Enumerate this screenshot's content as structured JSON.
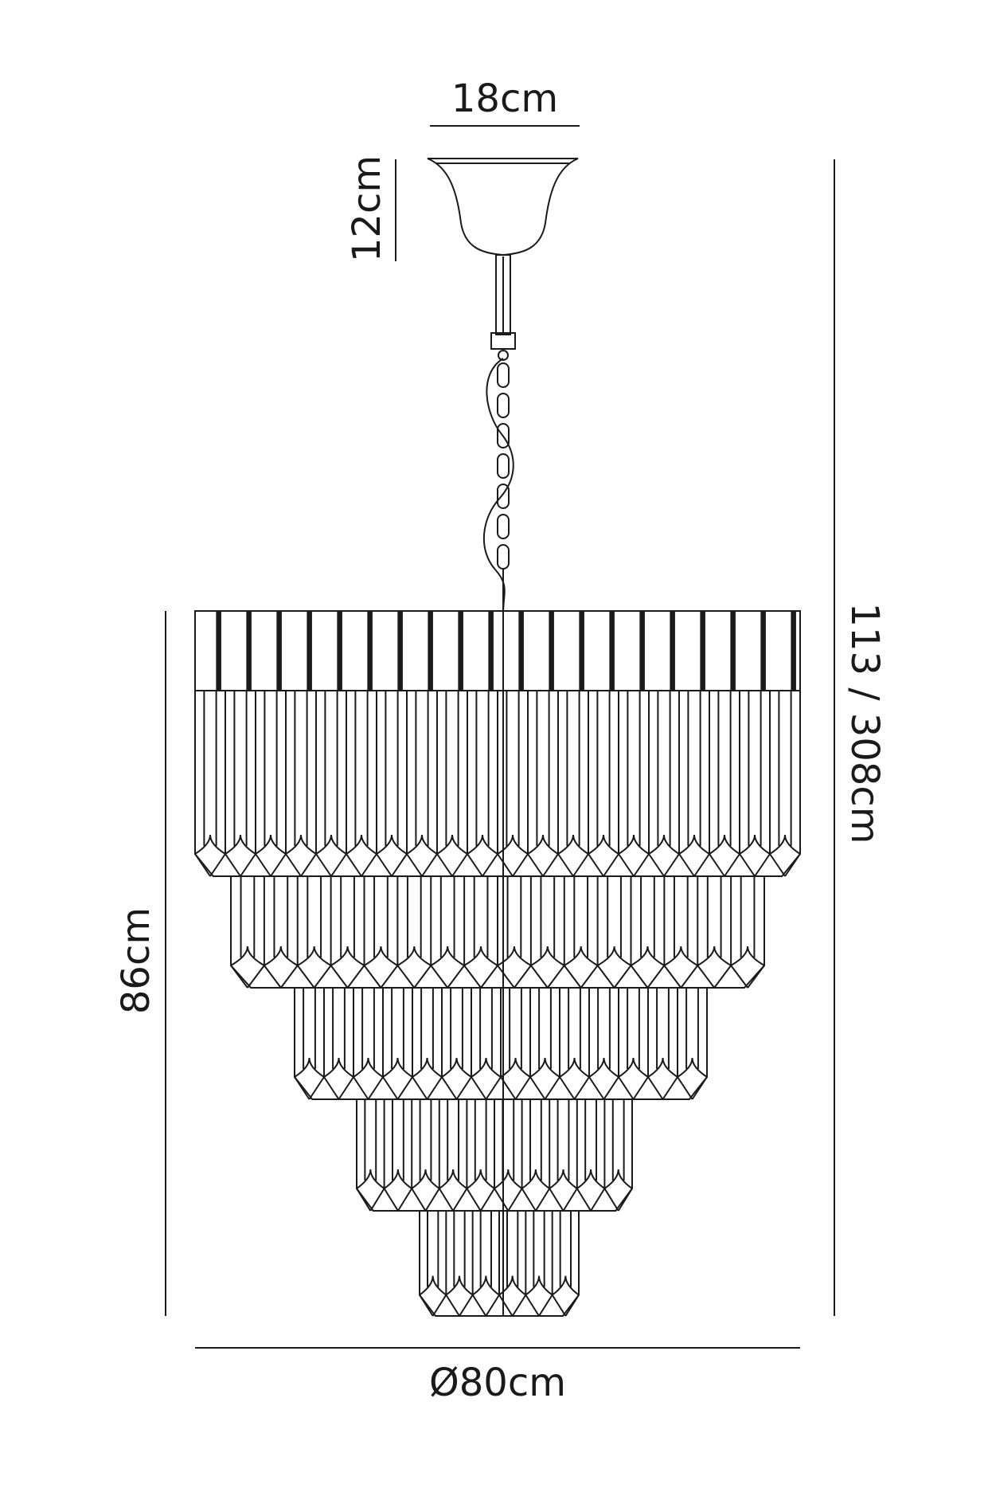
{
  "dimensions": {
    "canopy_width": "18cm",
    "canopy_height": "12cm",
    "overall_height": "113 / 308cm",
    "body_height": "86cm",
    "diameter": "Ø80cm"
  },
  "colors": {
    "line": "#1a1a1a",
    "background": "#ffffff"
  },
  "tiers": {
    "tier_1_rods": 20,
    "tier_2_rods": 16,
    "tier_3_rods": 14,
    "tier_4_rods": 10,
    "tier_5_rods": 6
  }
}
